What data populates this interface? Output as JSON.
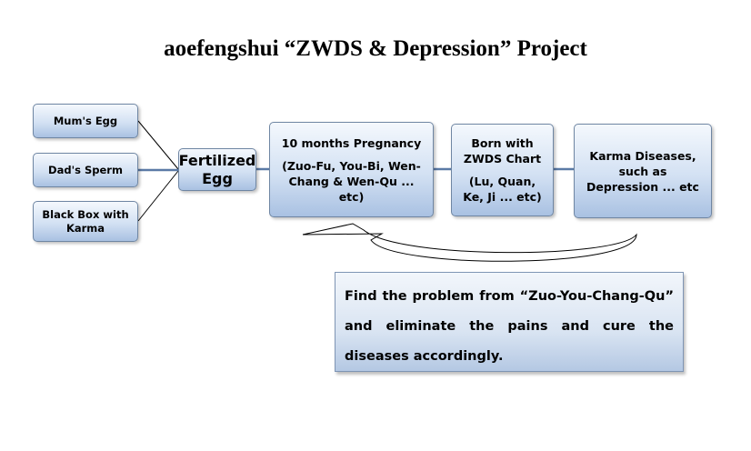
{
  "title": "aoefengshui “ZWDS & Depression” Project",
  "sources": {
    "mum": "Mum's Egg",
    "dad": "Dad's Sperm",
    "blackbox": "Black Box with Karma"
  },
  "fertilized": "Fertilized Egg",
  "pregnancy": {
    "title": "10 months Pregnancy",
    "detail": "(Zuo-Fu, You-Bi, Wen-Chang & Wen-Qu ... etc)"
  },
  "born": {
    "title": "Born with ZWDS Chart",
    "detail": "(Lu, Quan, Ke, Ji ... etc)"
  },
  "karma": "Karma Diseases, such as Depression ... etc",
  "note": "Find the problem from “Zuo-You-Chang-Qu” and eliminate the pains and cure the diseases accordingly.",
  "colors": {
    "box_top": "#f4f8fd",
    "box_bottom": "#a9c1e2",
    "border": "#6f86a3",
    "connector": "#5b7aa6"
  }
}
